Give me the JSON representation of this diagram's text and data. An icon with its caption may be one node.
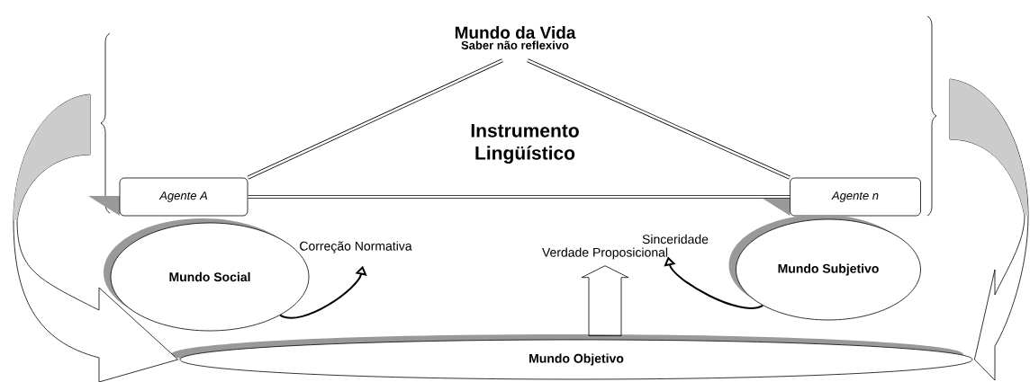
{
  "diagram": {
    "nodes": [
      {
        "text": [
          "Agente A"
        ]
      },
      {
        "text": [
          "Agente n"
        ]
      },
      {
        "text": [
          "Mundo Social"
        ]
      },
      {
        "text": [
          "Mundo Subjetivo"
        ]
      },
      {
        "text": [
          "Mundo Objetivo"
        ]
      },
      {
        "text": [
          "Mundo da Vida",
          "Saber não reflexivo"
        ]
      },
      {
        "text": [
          "Correção Normativa"
        ]
      },
      {
        "text": [
          "Sinceridade"
        ]
      },
      {
        "text": [
          "Verdade Proposicional"
        ]
      }
    ],
    "edges": [
      {
        "from": 0,
        "to": 5,
        "arrow": "none"
      },
      {
        "from": 5,
        "to": 1,
        "arrow": "none"
      },
      {
        "from": 0,
        "to": 1,
        "arrow": "none"
      },
      {
        "from": 2,
        "to": 6,
        "arrow": "to"
      },
      {
        "from": 3,
        "to": 7,
        "arrow": "to"
      },
      {
        "from": 4,
        "to": 8,
        "arrow": "to"
      },
      {
        "from": null,
        "to": 4,
        "arrow": "to"
      },
      {
        "from": null,
        "to": 4,
        "arrow": "to"
      }
    ],
    "labels": [
      "Instrumento Lingüístico"
    ]
  }
}
